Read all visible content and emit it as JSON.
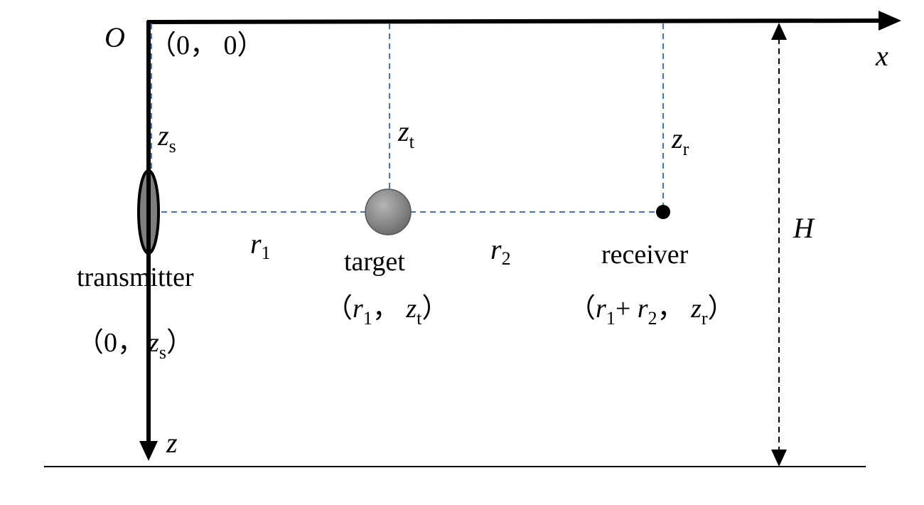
{
  "colors": {
    "axis": "#000000",
    "guide": "#4472C4",
    "target_fill": "#8c8c8c",
    "transmitter_fill": "#7f7f7f"
  },
  "labels": {
    "origin": "O",
    "origin_coord": "（0，  0）",
    "x_axis": "x",
    "z_axis": "z",
    "depth_H": "H",
    "zs": {
      "base": "z",
      "sub": "s"
    },
    "zt": {
      "base": "z",
      "sub": "t"
    },
    "zr": {
      "base": "z",
      "sub": "r"
    },
    "r1": {
      "base": "r",
      "sub": "1"
    },
    "r2": {
      "base": "r",
      "sub": "2"
    },
    "transmitter": "transmitter",
    "transmitter_coord": {
      "open": "（0，",
      "z": "z",
      "sub": "s",
      "close": "）"
    },
    "target": "target",
    "target_coord": {
      "open": "（",
      "r": "r",
      "r_sub": "1",
      "sep": "，  ",
      "z": "z",
      "z_sub": "t",
      "close": "）"
    },
    "receiver": "receiver",
    "receiver_coord": {
      "open": "（",
      "r1": "r",
      "r1_sub": "1",
      "plus": "+ ",
      "r2": "r",
      "r2_sub": "2",
      "sep": "，  ",
      "z": "z",
      "z_sub": "r",
      "close": "）"
    }
  }
}
